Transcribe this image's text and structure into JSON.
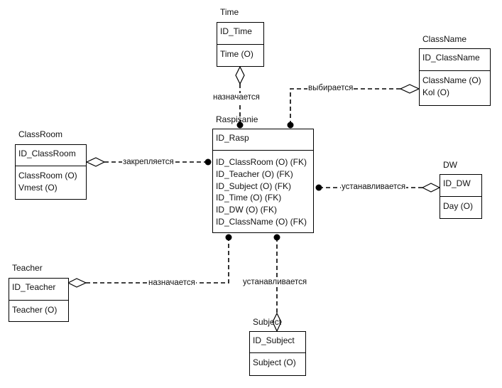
{
  "entities": {
    "time": {
      "title": "Time",
      "key": "ID_Time",
      "attrs": [
        "Time (O)"
      ]
    },
    "classname": {
      "title": "ClassName",
      "key": "ID_ClassName",
      "attrs": [
        "ClassName (O)",
        "Kol (O)"
      ]
    },
    "classroom": {
      "title": "ClassRoom",
      "key": "ID_ClassRoom",
      "attrs": [
        "ClassRoom (O)",
        "Vmest (O)"
      ]
    },
    "raspisanie": {
      "title": "Raspisanie",
      "key": "ID_Rasp",
      "attrs": [
        "ID_ClassRoom (O) (FK)",
        "ID_Teacher (O) (FK)",
        "ID_Subject (O) (FK)",
        "ID_Time (O) (FK)",
        "ID_DW (O) (FK)",
        "ID_ClassName (O) (FK)"
      ]
    },
    "dw": {
      "title": "DW",
      "key": "ID_DW",
      "attrs": [
        "Day (O)"
      ]
    },
    "teacher": {
      "title": "Teacher",
      "key": "ID_Teacher",
      "attrs": [
        "Teacher (O)"
      ]
    },
    "subject": {
      "title": "Subject",
      "key": "ID_Subject",
      "attrs": [
        "Subject (O)"
      ]
    }
  },
  "relationships": {
    "time": "назначается",
    "classname": "выбирается",
    "classroom": "закрепляется",
    "dw": "устанавливается",
    "teacher": "назначается",
    "subject": "устанавливается"
  }
}
